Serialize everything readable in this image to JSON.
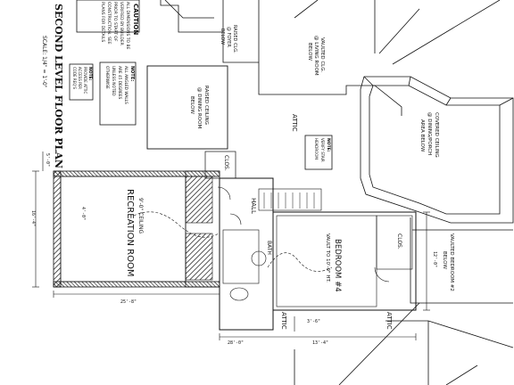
{
  "title": "SECOND LEVEL FLOOR PLAN",
  "scale": "SCALE: 1/4\" = 1'-0\"",
  "rooms": {
    "recreation_room": "RECREATION ROOM",
    "recreation_room_clg": "9'-0\" CEILING",
    "bedroom": "BEDROOM #4",
    "bedroom_clg": "VAULT TO 10'-0\" HT.",
    "hall": "HALL",
    "bath": "BATH",
    "clos_1": "CLOS.",
    "clos_2": "CLOS.",
    "attic_1": "ATTIC",
    "attic_2": "ATTIC",
    "attic_3": "ATTIC"
  },
  "below_notes": {
    "foyer": [
      "RAISED CLG.",
      "@ FOYER",
      "BELOW"
    ],
    "living": [
      "VAULTED CLG.",
      "@ LIVING ROOM",
      "BELOW"
    ],
    "dining": [
      "RAISED CEILING",
      "@ DINING ROOM",
      "BELOW"
    ],
    "porch": [
      "COVERED CEILING",
      "@ DINING/PORCH",
      "AREA BELOW"
    ],
    "vaulted_bedroom": [
      "VAULTED BEDROOM #2",
      "BELOW"
    ]
  },
  "notes": {
    "caution_heading": "CAUTION",
    "caution_lines": [
      "ALL DIMENSIONS TO BE",
      "VERIFIED BY BUILDER",
      "PRIOR TO START OF",
      "CONSTRUCTION. SEE",
      "PLANS FOR DETAILS"
    ],
    "note_a": [
      "NOTE:",
      "ALL ANGLED WALLS",
      "ARE 45 DEGREES",
      "UNLESS NOTED",
      "OTHERWISE"
    ],
    "note_b": [
      "NOTE:",
      "PROVIDE ATTIC",
      "ACCESS PER",
      "CODE REQ'S"
    ],
    "note_c": [
      "NOTE:",
      "VERIFY STAIR",
      "HEADROOM"
    ]
  },
  "dims": {
    "rec_width": "16'-4\"",
    "rec_length": "25'-8\"",
    "bed_width": "12'-0\"",
    "bed_length": "13'-4\"",
    "overall": "28'-0\"",
    "side": "5'-0\"",
    "small_a": "4'-0\"",
    "small_b": "3'-6\""
  },
  "line_color": "#111111"
}
